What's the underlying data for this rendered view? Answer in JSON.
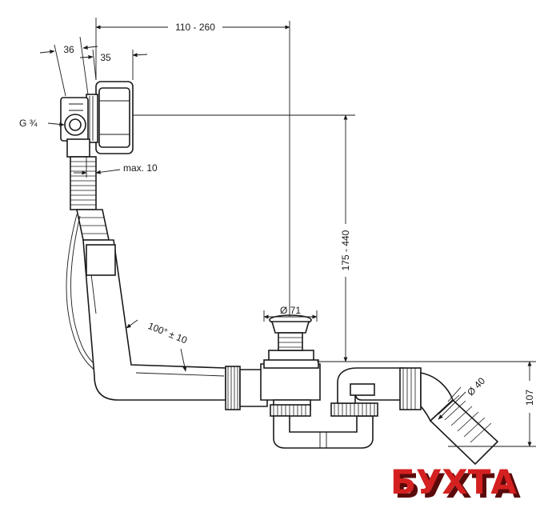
{
  "dimensions": {
    "length_range": "110 - 260",
    "width_36": "36",
    "width_35": "35",
    "thread": "G ¾",
    "max_10": "max. 10",
    "height_range": "175 - 440",
    "diameter_71": "Ø 71",
    "angle": "100° ± 10",
    "diameter_40": "Ø 40",
    "height_107": "107"
  },
  "watermark": {
    "text": "БУХТА",
    "color": "#d42020",
    "shadow_color": "#5a0a0a"
  },
  "colors": {
    "line": "#1a1a1a",
    "background": "#ffffff"
  }
}
